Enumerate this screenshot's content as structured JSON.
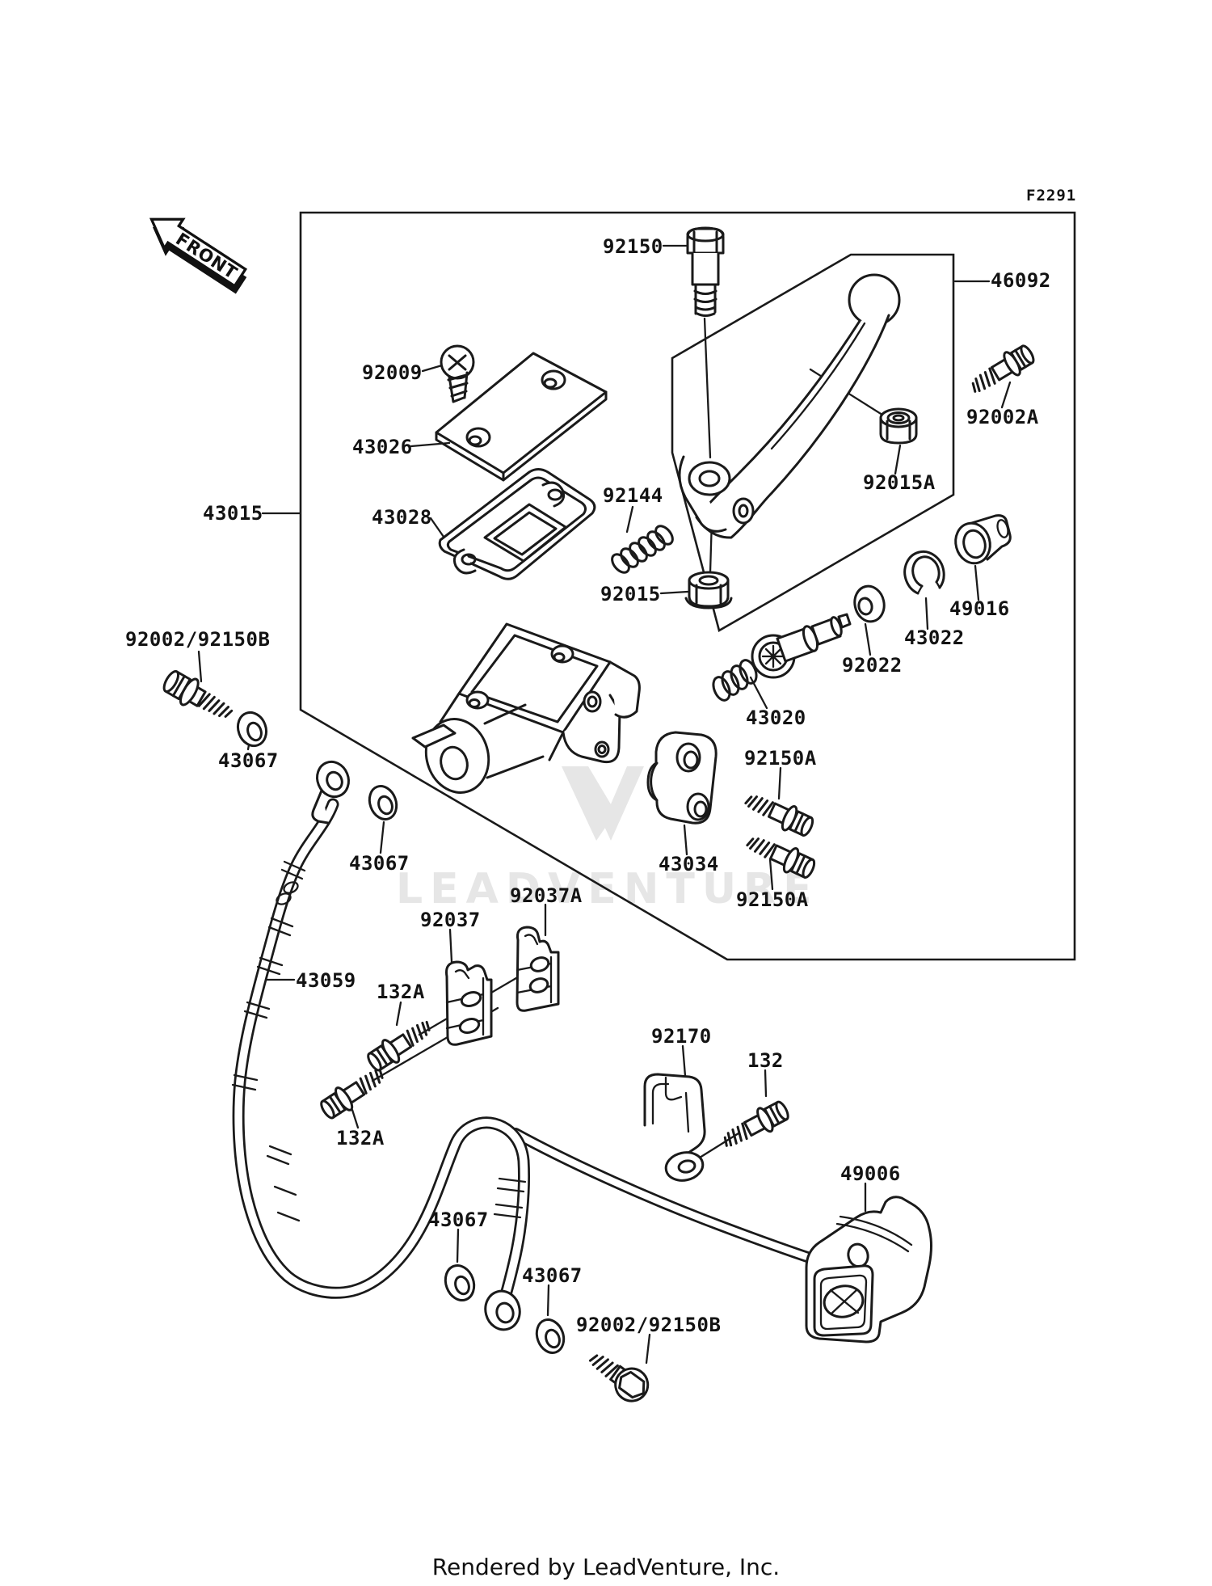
{
  "page": {
    "diagram_code": "F2291",
    "front_arrow_label": "FRONT",
    "watermark_text": "LEADVENTURE",
    "footer_text": "Rendered by LeadVenture, Inc."
  },
  "part_labels": [
    {
      "id": "92150",
      "text": "92150"
    },
    {
      "id": "46092",
      "text": "46092"
    },
    {
      "id": "92009",
      "text": "92009"
    },
    {
      "id": "92002A",
      "text": "92002A"
    },
    {
      "id": "43026",
      "text": "43026"
    },
    {
      "id": "92015A",
      "text": "92015A"
    },
    {
      "id": "43028",
      "text": "43028"
    },
    {
      "id": "92144",
      "text": "92144"
    },
    {
      "id": "43015",
      "text": "43015"
    },
    {
      "id": "92015",
      "text": "92015"
    },
    {
      "id": "49016",
      "text": "49016"
    },
    {
      "id": "43022",
      "text": "43022"
    },
    {
      "id": "92002-92150B-upper",
      "text": "92002/92150B"
    },
    {
      "id": "92022",
      "text": "92022"
    },
    {
      "id": "43020",
      "text": "43020"
    },
    {
      "id": "92150A-upper",
      "text": "92150A"
    },
    {
      "id": "43067-1",
      "text": "43067"
    },
    {
      "id": "43067-2",
      "text": "43067"
    },
    {
      "id": "43034",
      "text": "43034"
    },
    {
      "id": "92037A",
      "text": "92037A"
    },
    {
      "id": "92150A-lower",
      "text": "92150A"
    },
    {
      "id": "92037",
      "text": "92037"
    },
    {
      "id": "43059",
      "text": "43059"
    },
    {
      "id": "132A-1",
      "text": "132A"
    },
    {
      "id": "92170",
      "text": "92170"
    },
    {
      "id": "132",
      "text": "132"
    },
    {
      "id": "132A-2",
      "text": "132A"
    },
    {
      "id": "49006",
      "text": "49006"
    },
    {
      "id": "43067-3",
      "text": "43067"
    },
    {
      "id": "43067-4",
      "text": "43067"
    },
    {
      "id": "92002-92150B-lower",
      "text": "92002/92150B"
    }
  ]
}
